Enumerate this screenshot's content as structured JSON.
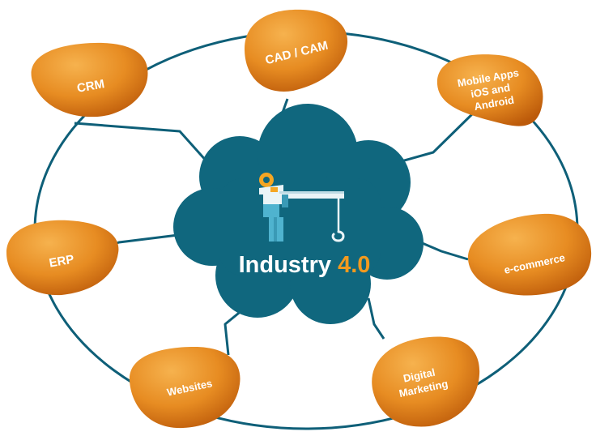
{
  "center": {
    "title_main": "Industry ",
    "title_version": "4.0",
    "icon": "crane-icon"
  },
  "colors": {
    "cloud": "#10677E",
    "ring": "#0E5F78",
    "node_light": "#F2A23A",
    "node_dark": "#C4620C",
    "version_accent": "#F39A1E",
    "crane_body": "#4FB3CF",
    "crane_light": "#EAF4F7",
    "crane_orange": "#F5A623"
  },
  "nodes": [
    {
      "id": "crm",
      "lines": [
        "CRM"
      ]
    },
    {
      "id": "cad-cam",
      "lines": [
        "CAD / CAM"
      ]
    },
    {
      "id": "mobile-apps",
      "lines": [
        "Mobile Apps",
        "iOS and",
        "Android"
      ]
    },
    {
      "id": "erp",
      "lines": [
        "ERP"
      ]
    },
    {
      "id": "e-commerce",
      "lines": [
        "e-commerce"
      ]
    },
    {
      "id": "websites",
      "lines": [
        "Websites"
      ]
    },
    {
      "id": "digital-marketing",
      "lines": [
        "Digital",
        "Marketing"
      ]
    }
  ]
}
